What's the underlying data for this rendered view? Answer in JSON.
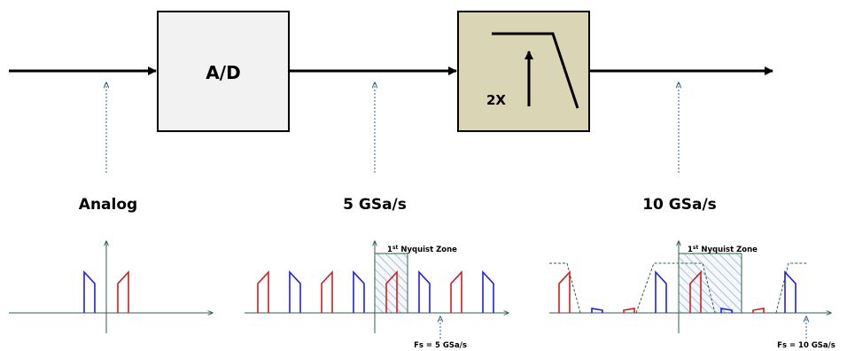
{
  "blocks": {
    "adc_label": "A/D",
    "interp_label": "2X"
  },
  "stages": {
    "analog": "Analog",
    "rate1": "5 GSa/s",
    "rate2": "10 GSa/s"
  },
  "spectra": {
    "nyquist_sup": "st",
    "nyquist_num": "1",
    "nyquist_text": " Nyquist Zone",
    "fs1": "Fs = 5 GSa/s",
    "fs2": "Fs = 10 GSa/s"
  },
  "colors": {
    "box_gray": "#f2f2f2",
    "box_olive": "#d9d5b5",
    "blue": "#1f1fe0",
    "red": "#cc1f1f",
    "axis": "#2e5f4f",
    "hatch": "#9fb3cc",
    "dotted": "#3a5f8a"
  }
}
